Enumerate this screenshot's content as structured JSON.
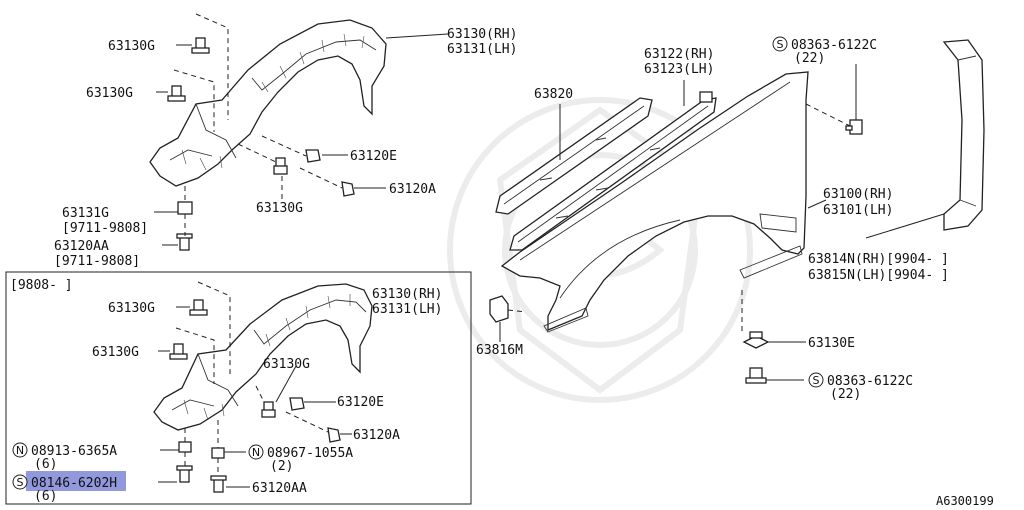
{
  "upper_group": {
    "clip_1": "63130G",
    "clip_2": "63130G",
    "protector_rh": "63130(RH)",
    "protector_lh": "63131(LH)",
    "clip_3": "63130G",
    "clip_e": "63120E",
    "clip_a": "63120A",
    "protector_lower": "63131G",
    "date_range_1": "[9711-9808]",
    "screw_aa": "63120AA",
    "date_range_2": "[9711-9808]"
  },
  "inset": {
    "date_range": "[9808-      ]",
    "clip_1": "63130G",
    "clip_2": "63130G",
    "protector_rh": "63130(RH)",
    "protector_lh": "63131(LH)",
    "clip_3": "63130G",
    "clip_e": "63120E",
    "clip_a": "63120A",
    "nut_n1_symbol": "N",
    "nut_n1": "08913-6365A",
    "nut_n1_qty": "(6)",
    "nut_n2_symbol": "N",
    "nut_n2": "08967-1055A",
    "nut_n2_qty": "(2)",
    "screw_s_symbol": "S",
    "screw_s": "08146-6202H",
    "screw_s_qty": "(6)",
    "screw_aa": "63120AA"
  },
  "fender_group": {
    "seal": "63820",
    "stay_rh": "63122(RH)",
    "stay_lh": "63123(LH)",
    "bolt_top_symbol": "S",
    "bolt_top": "08363-6122C",
    "bolt_top_qty": "(22)",
    "fender_rh": "63100(RH)",
    "fender_lh": "63101(LH)",
    "mudguard_rh": "63814N(RH)[9904-     ]",
    "mudguard_lh": "63815N(LH)[9904-     ]",
    "grommet": "63816M",
    "clip_e": "63130E",
    "bolt_bottom_symbol": "S",
    "bolt_bottom": "08363-6122C",
    "bolt_bottom_qty": "(22)"
  },
  "diagram_code": "A6300199"
}
